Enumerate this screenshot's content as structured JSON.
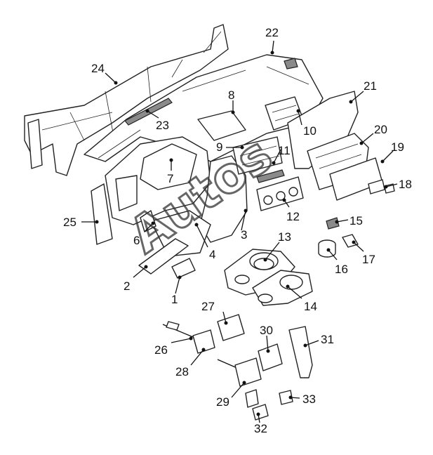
{
  "diagram": {
    "watermark": "Autos",
    "callouts": [
      {
        "id": "c1",
        "label": "1"
      },
      {
        "id": "c2",
        "label": "2"
      },
      {
        "id": "c3",
        "label": "3"
      },
      {
        "id": "c4",
        "label": "4"
      },
      {
        "id": "c6",
        "label": "6"
      },
      {
        "id": "c7",
        "label": "7"
      },
      {
        "id": "c8",
        "label": "8"
      },
      {
        "id": "c9",
        "label": "9"
      },
      {
        "id": "c10",
        "label": "10"
      },
      {
        "id": "c11",
        "label": "11"
      },
      {
        "id": "c12",
        "label": "12"
      },
      {
        "id": "c13",
        "label": "13"
      },
      {
        "id": "c14",
        "label": "14"
      },
      {
        "id": "c15",
        "label": "15"
      },
      {
        "id": "c16",
        "label": "16"
      },
      {
        "id": "c17",
        "label": "17"
      },
      {
        "id": "c18",
        "label": "18"
      },
      {
        "id": "c19",
        "label": "19"
      },
      {
        "id": "c20",
        "label": "20"
      },
      {
        "id": "c21",
        "label": "21"
      },
      {
        "id": "c22",
        "label": "22"
      },
      {
        "id": "c23",
        "label": "23"
      },
      {
        "id": "c24",
        "label": "24"
      },
      {
        "id": "c25",
        "label": "25"
      },
      {
        "id": "c26",
        "label": "26"
      },
      {
        "id": "c27",
        "label": "27"
      },
      {
        "id": "c28",
        "label": "28"
      },
      {
        "id": "c29",
        "label": "29"
      },
      {
        "id": "c30",
        "label": "30"
      },
      {
        "id": "c31",
        "label": "31"
      },
      {
        "id": "c32",
        "label": "32"
      },
      {
        "id": "c33",
        "label": "33"
      }
    ]
  }
}
